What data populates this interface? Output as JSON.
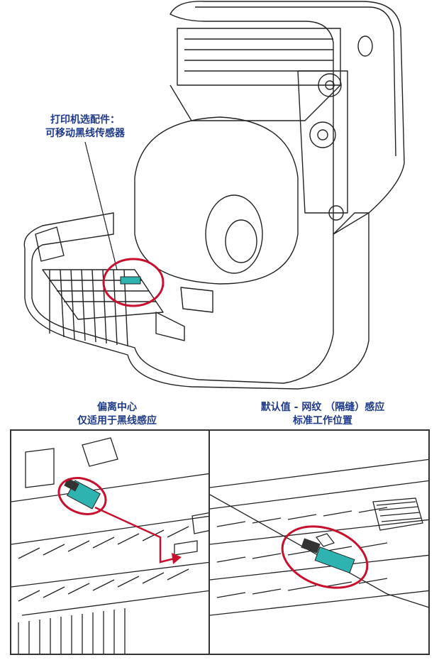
{
  "top_callout": {
    "line1": "打印机选配件：",
    "line2": "可移动黑线传感器"
  },
  "left_panel": {
    "title_line1": "偏离中心",
    "title_line2": "仅适用于黑线感应"
  },
  "right_panel": {
    "title_line1": "默认值 - 网纹 （隔缝）感应",
    "title_line2": "标准工作位置"
  },
  "colors": {
    "label_blue": "#1f3a8a",
    "highlight_red": "#c8102e",
    "sensor_teal": "#2fb3b0",
    "line_art": "#222222"
  }
}
